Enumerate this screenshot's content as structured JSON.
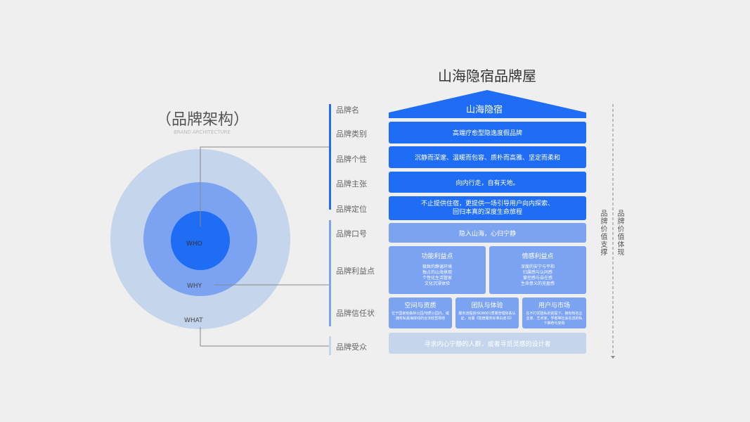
{
  "title": "山海隐宿品牌屋",
  "left": {
    "title": "（品牌架构）",
    "subtitle": "BRAND ARCHITECTURE",
    "who": "WHO",
    "why": "WHY",
    "what": "WHAT"
  },
  "labels": [
    "品牌名",
    "品牌类别",
    "品牌个性",
    "品牌主张",
    "品牌定位",
    "品牌口号",
    "品牌利益点",
    "品牌信任状",
    "品牌受众"
  ],
  "house": {
    "name": "山海隐宿",
    "category": "高端疗愈型隐逸度假品牌",
    "personality": "沉静而深邃、温暖而包容、质朴而高雅、坚定而柔和",
    "proposition": "向内行走，自有天地。",
    "positioning1": "不止提供住宿，更提供一场引导用户向内探索、",
    "positioning2": "回归本真的深度生命旅程",
    "slogan": "隐入山海，心归宁静",
    "benefits": [
      {
        "title": "功能利益点",
        "items": [
          "极致的静谧环境",
          "独占的山海景观",
          "个性化生活管家",
          "文化沉浸体验"
        ]
      },
      {
        "title": "情感利益点",
        "items": [
          "深度的安宁与平和",
          "归属感与认同感",
          "掌控感与自在感",
          "生命意义的充盈感"
        ]
      }
    ],
    "trust": [
      {
        "title": "空间与资质",
        "text": "位于国家级森林公园/地质公园内，或拥有私属海岸线的合法经营场地"
      },
      {
        "title": "团队与体验",
        "text": "服务流程获ISO9001质量管理体系认证，出版《隐宿服务标准白皮书》"
      },
      {
        "title": "用户与市场",
        "text": "在不打扰隐私的前提下，拥有知名企业家、艺术家、学者等社会名流的私下推荐与复购"
      }
    ],
    "audience": "寻求内心宁静的人群，或者寻觅灵感的设计者"
  },
  "side": {
    "support": "品牌价值支撑",
    "express": "品牌价值体现"
  }
}
